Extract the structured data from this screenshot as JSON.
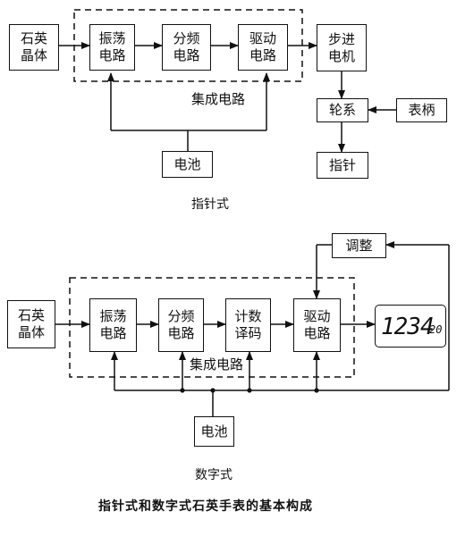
{
  "analog": {
    "quartz": "石英\n晶体",
    "oscillator": "振荡\n电路",
    "divider": "分频\n电路",
    "driver": "驱动\n电路",
    "motor": "步进\n电机",
    "gear_train": "轮系",
    "crown": "表柄",
    "hands": "指针",
    "battery": "电池",
    "ic_label": "集成电路",
    "caption": "指针式"
  },
  "digital": {
    "quartz": "石英\n晶体",
    "oscillator": "振荡\n电路",
    "divider": "分频\n电路",
    "counter_decoder": "计数\n译码",
    "driver": "驱动\n电路",
    "adjust": "调整",
    "battery": "电池",
    "ic_label": "集成电路",
    "display_main": "1234",
    "display_seconds": "20",
    "caption": "数字式"
  },
  "figure_title": "指针式和数字式石英手表的基本构成"
}
